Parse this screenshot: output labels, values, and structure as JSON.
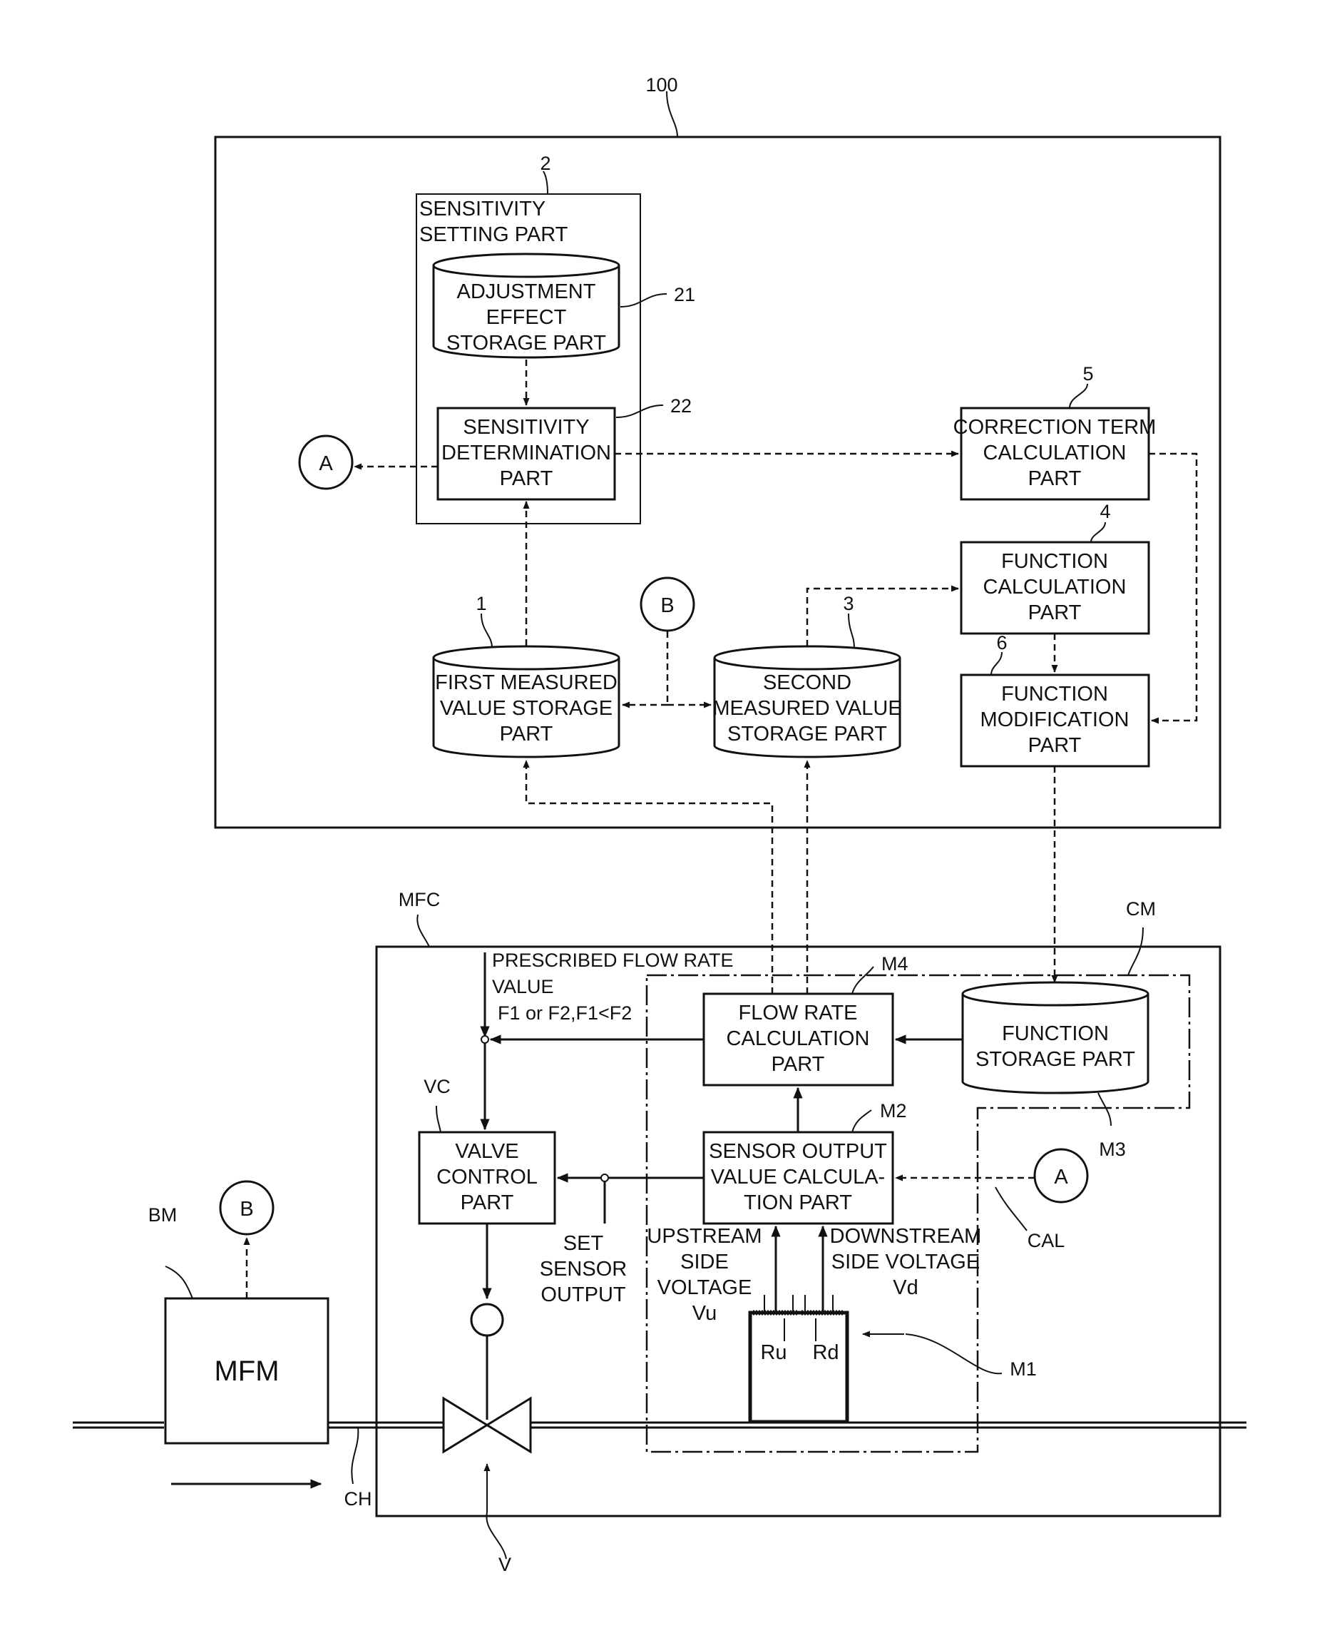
{
  "labels": {
    "system": "100",
    "sensitivity_setting_part": [
      "SENSITIVITY",
      "SETTING PART"
    ],
    "sensitivity_setting_ref": "2",
    "adjustment_effect_storage": [
      "ADJUSTMENT",
      "EFFECT",
      "STORAGE PART"
    ],
    "adjustment_effect_ref": "21",
    "sensitivity_determination": [
      "SENSITIVITY",
      "DETERMINATION",
      "PART"
    ],
    "sensitivity_determination_ref": "22",
    "correction_term": [
      "CORRECTION TERM",
      "CALCULATION",
      "PART"
    ],
    "correction_term_ref": "5",
    "function_calculation": [
      "FUNCTION",
      "CALCULATION",
      "PART"
    ],
    "function_calculation_ref": "4",
    "function_modification": [
      "FUNCTION",
      "MODIFICATION",
      "PART"
    ],
    "function_modification_ref": "6",
    "first_measured": [
      "FIRST MEASURED",
      "VALUE STORAGE",
      "PART"
    ],
    "first_measured_ref": "1",
    "second_measured": [
      "SECOND",
      "MEASURED VALUE",
      "STORAGE PART"
    ],
    "second_measured_ref": "3",
    "connector_a": "A",
    "connector_b": "B",
    "mfc": "MFC",
    "cm": "CM",
    "prescribed_flow": [
      "PRESCRIBED FLOW RATE",
      "VALUE",
      "F1 or F2,F1<F2"
    ],
    "flow_rate_calc": [
      "FLOW RATE",
      "CALCULATION",
      "PART"
    ],
    "flow_rate_calc_ref": "M4",
    "function_storage": [
      "FUNCTION",
      "STORAGE PART"
    ],
    "function_storage_ref": "M3",
    "valve_control": [
      "VALVE",
      "CONTROL",
      "PART"
    ],
    "valve_control_ref": "VC",
    "sensor_output_calc": [
      "SENSOR OUTPUT",
      "VALUE CALCULA-",
      "TION PART"
    ],
    "sensor_output_calc_ref": "M2",
    "set_sensor_output": [
      "SET",
      "SENSOR",
      "OUTPUT"
    ],
    "upstream_voltage": [
      "UPSTREAM",
      "SIDE",
      "VOLTAGE",
      "Vu"
    ],
    "downstream_voltage": [
      "DOWNSTREAM",
      "SIDE VOLTAGE",
      "Vd"
    ],
    "cal": "CAL",
    "sensor_ref": "M1",
    "ru": "Ru",
    "rd": "Rd",
    "bm": "BM",
    "mfm": "MFM",
    "channel": "CH",
    "valve": "V"
  }
}
